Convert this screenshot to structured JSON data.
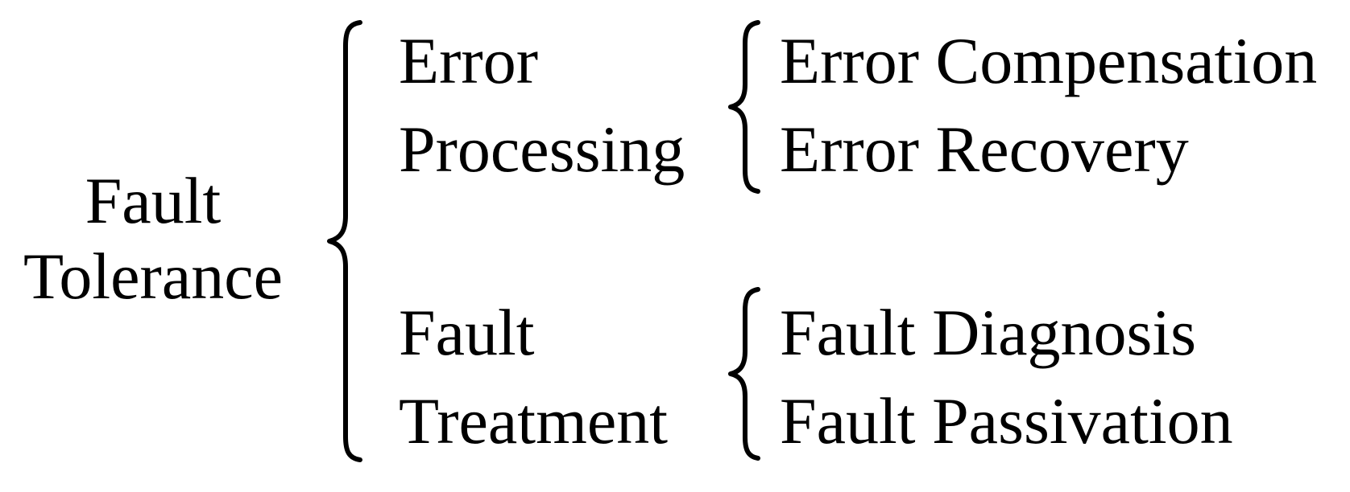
{
  "page": {
    "background_color": "#ffffff",
    "text_color": "#000000"
  },
  "diagram": {
    "type": "brace-taxonomy",
    "root": {
      "label": "Fault Tolerance",
      "lines": [
        "Fault",
        "Tolerance"
      ]
    },
    "branches": [
      {
        "label": "Error Processing",
        "lines": [
          "Error",
          "Processing"
        ],
        "children": [
          "Error Compensation",
          "Error Recovery"
        ]
      },
      {
        "label": "Fault Treatment",
        "lines": [
          "Fault",
          "Treatment"
        ],
        "children": [
          "Fault Diagnosis",
          "Fault Passivation"
        ]
      }
    ]
  }
}
